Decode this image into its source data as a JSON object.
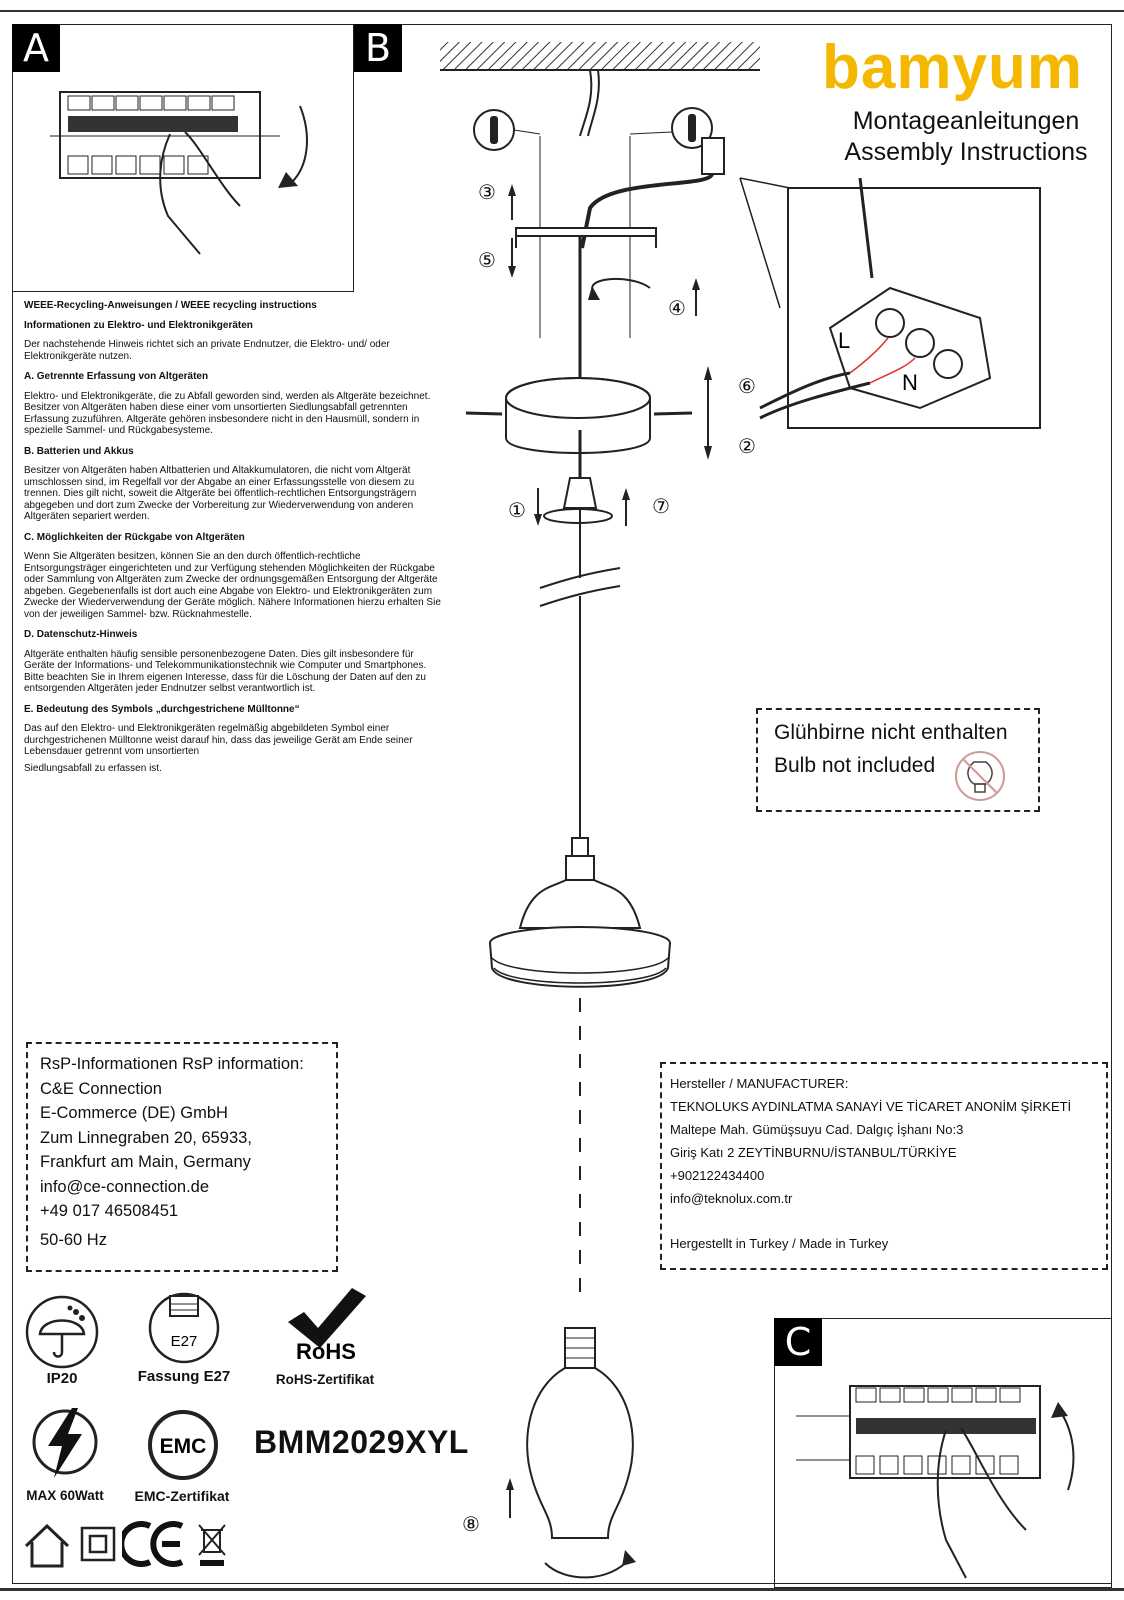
{
  "brand": {
    "name": "bamyum",
    "subtitle_de": "Montageanleitungen",
    "subtitle_en": "Assembly Instructions",
    "color": "#f5b800"
  },
  "panels": {
    "a": "A",
    "b": "B",
    "c": "C"
  },
  "weee": {
    "title": "WEEE-Recycling-Anweisungen / WEEE recycling instructions",
    "info_heading": "Informationen zu Elektro- und Elektronikgeräten",
    "intro": "Der nachstehende Hinweis richtet sich an private Endnutzer, die Elektro- und/ oder Elektronikgeräte nutzen.",
    "a_heading": "A. Getrennte Erfassung von Altgeräten",
    "a_text": "Elektro- und Elektronikgeräte, die zu Abfall geworden sind, werden als Altgeräte bezeichnet. Besitzer von Altgeräten haben diese einer vom unsortierten Siedlungsabfall getrennten Erfassung zuzuführen. Altgeräte gehören insbesondere nicht in den Hausmüll, sondern in spezielle Sammel- und Rückgabesysteme.",
    "b_heading": "B. Batterien und Akkus",
    "b_text": "Besitzer von Altgeräten haben Altbatterien und Altakkumulatoren, die nicht vom Altgerät umschlossen sind, im Regelfall vor der Abgabe an einer Erfassungsstelle von diesem zu trennen. Dies gilt nicht, soweit die Altgeräte bei öffentlich-rechtlichen Entsorgungsträgern abgegeben und dort zum Zwecke der Vorbereitung zur Wiederverwendung von anderen Altgeräten separiert werden.",
    "c_heading": "C. Möglichkeiten der Rückgabe von Altgeräten",
    "c_text": "Wenn Sie Altgeräten besitzen, können Sie an den durch öffentlich-rechtliche Entsorgungsträger eingerichteten und zur Verfügung stehenden Möglichkeiten der Rückgabe oder Sammlung von Altgeräten zum Zwecke der ordnungsgemäßen Entsorgung der Altgeräte abgeben. Gegebenenfalls ist dort auch eine Abgabe von Elektro- und Elektronikgeräten zum Zwecke der Wiederverwendung der Geräte möglich. Nähere Informationen hierzu erhalten Sie von der jeweiligen Sammel- bzw. Rücknahmestelle.",
    "d_heading": "D. Datenschutz-Hinweis",
    "d_text": "Altgeräte enthalten häufig sensible personenbezogene Daten. Dies gilt insbesondere für Geräte der Informations- und Telekommunikationstechnik wie Computer und Smartphones. Bitte beachten Sie in Ihrem eigenen Interesse, dass für die Löschung der Daten auf den zu entsorgenden Altgeräten jeder Endnutzer selbst verantwortlich ist.",
    "e_heading": "E. Bedeutung des Symbols „durchgestrichene Mülltonne“",
    "e_text": "Das auf den Elektro- und Elektronikgeräten regelmäßig abgebildeten Symbol einer durchgestrichenen Mülltonne weist darauf hin, dass das jeweilige Gerät am Ende seiner Lebensdauer getrennt vom unsortierten",
    "e_text2": "Siedlungsabfall zu erfassen ist."
  },
  "bulb_note": {
    "de": "Glühbirne nicht enthalten",
    "en": "Bulb not included"
  },
  "rsp": {
    "title": "RsP-Informationen RsP information:",
    "lines": [
      "C&E Connection",
      "E-Commerce (DE) GmbH",
      "Zum Linnegraben 20, 65933,",
      "Frankfurt am Main, Germany",
      "info@ce-connection.de",
      "+49 017 46508451",
      "50-60 Hz"
    ]
  },
  "manufacturer": {
    "title": "Hersteller / MANUFACTURER:",
    "lines": [
      "TEKNOLUKS AYDINLATMA SANAYİ VE TİCARET ANONİM ŞİRKETİ",
      "Maltepe Mah. Gümüşsuyu Cad. Dalgıç İşhanı No:3",
      "Giriş Katı 2 ZEYTİNBURNU/İSTANBUL/TÜRKİYE",
      "+902122434400",
      "info@teknolux.com.tr"
    ],
    "made_in": "Hergestellt in Turkey / Made in Turkey"
  },
  "icons": {
    "ip20": "IP20",
    "e27_inner": "E27",
    "e27": "Fassung E27",
    "rohs_logo": "RoHS",
    "rohs": "RoHS-Zertifikat",
    "emc_inner": "EMC",
    "watt": "MAX 60Watt",
    "emc": "EMC-Zertifikat"
  },
  "model": "BMM2029XYL",
  "steps": {
    "s1": "①",
    "s2": "②",
    "s3": "③",
    "s4": "④",
    "s5": "⑤",
    "s6": "⑥",
    "s7": "⑦",
    "s8": "⑧"
  },
  "wiring": {
    "l": "L",
    "n": "N"
  }
}
